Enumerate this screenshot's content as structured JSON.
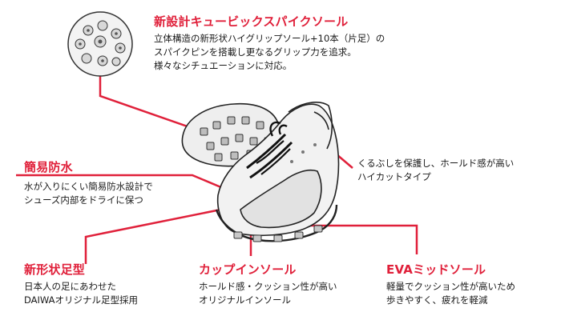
{
  "colors": {
    "accent": "#e0203a",
    "text": "#1a1a1a",
    "line": "#e0203a"
  },
  "features": {
    "spike_sole": {
      "title": "新設計キュービックスパイクソール",
      "lines": [
        "立体構造の新形状ハイグリップソール+10本（片足）の",
        "スパイクピンを搭載し更なるグリップ力を追求。",
        "様々なシチュエーションに対応。"
      ]
    },
    "waterproof": {
      "title": "簡易防水",
      "lines": [
        "水が入りにくい簡易防水設計で",
        "シューズ内部をドライに保つ"
      ]
    },
    "high_cut": {
      "lines": [
        "くるぶしを保護し、ホールド感が高い",
        "ハイカットタイプ"
      ]
    },
    "last": {
      "title": "新形状足型",
      "lines": [
        "日本人の足にあわせた",
        "DAIWAオリジナル足型採用"
      ]
    },
    "insole": {
      "title": "カップインソール",
      "lines": [
        "ホールド感・クッション性が高い",
        "オリジナルインソール"
      ]
    },
    "eva_midsole": {
      "title": "EVAミッドソール",
      "lines": [
        "軽量でクッション性が高いため",
        "歩きやすく、疲れを軽減"
      ]
    }
  }
}
